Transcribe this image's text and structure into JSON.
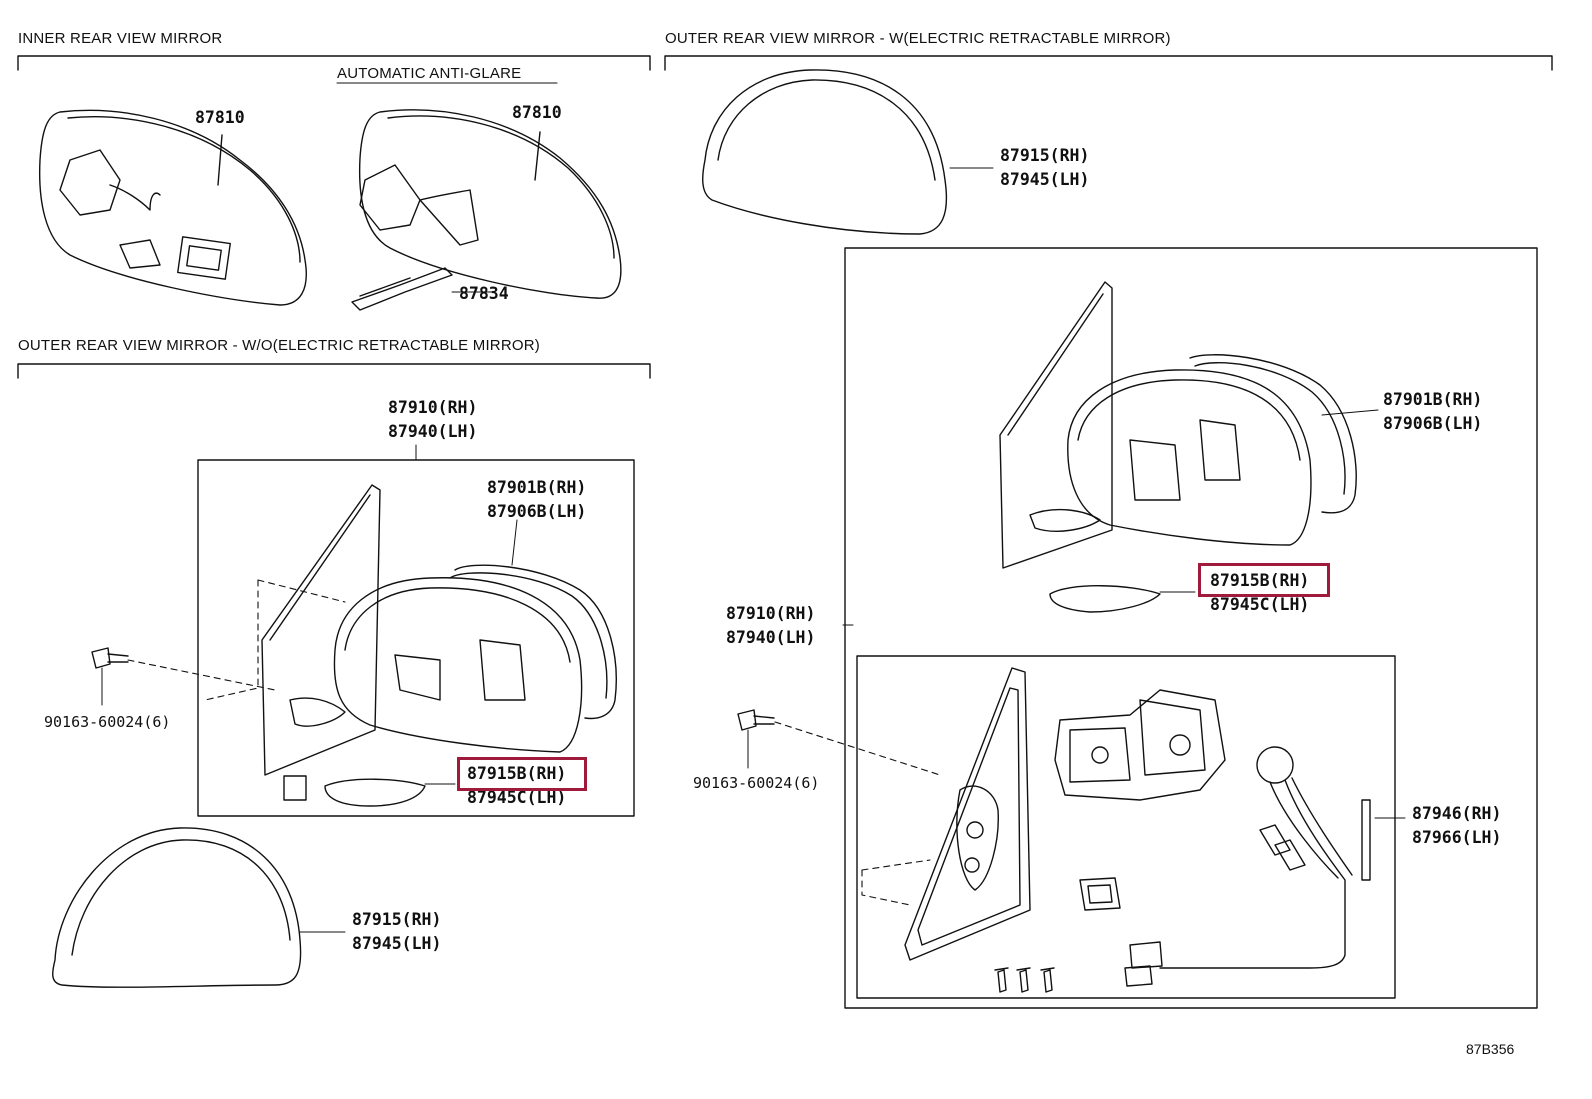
{
  "sections": {
    "inner_mirror": "INNER REAR VIEW MIRROR",
    "auto_antiglare": "AUTOMATIC ANTI-GLARE",
    "outer_wo": "OUTER REAR VIEW MIRROR - W/O(ELECTRIC RETRACTABLE MIRROR)",
    "outer_w": "OUTER REAR VIEW MIRROR - W(ELECTRIC RETRACTABLE MIRROR)"
  },
  "parts": {
    "inner_mirror_a": "87810",
    "inner_mirror_b": "87810",
    "clip": "87834",
    "wo_mirror_rh": "87910(RH)",
    "wo_mirror_lh": "87940(LH)",
    "wo_glass_rh": "87901B(RH)",
    "wo_glass_lh": "87906B(LH)",
    "wo_screw": "90163-60024(6)",
    "wo_cover_rh_highlight": "87915B(RH)",
    "wo_cover_lh_c": "87945C(LH)",
    "wo_outer_cover_rh": "87915(RH)",
    "wo_outer_cover_lh": "87945(LH)",
    "w_outer_cover_rh": "87915(RH)",
    "w_outer_cover_lh": "87945(LH)",
    "w_glass_rh": "87901B(RH)",
    "w_glass_lh": "87906B(LH)",
    "w_cover_rh_highlight": "87915B(RH)",
    "w_cover_lh_c": "87945C(LH)",
    "w_mirror_rh": "87910(RH)",
    "w_mirror_lh": "87940(LH)",
    "w_screw": "90163-60024(6)",
    "w_motor_rh": "87946(RH)",
    "w_motor_lh": "87966(LH)"
  },
  "diagram_code": "87B356",
  "colors": {
    "highlight": "#a01a3c",
    "line": "#111111"
  }
}
